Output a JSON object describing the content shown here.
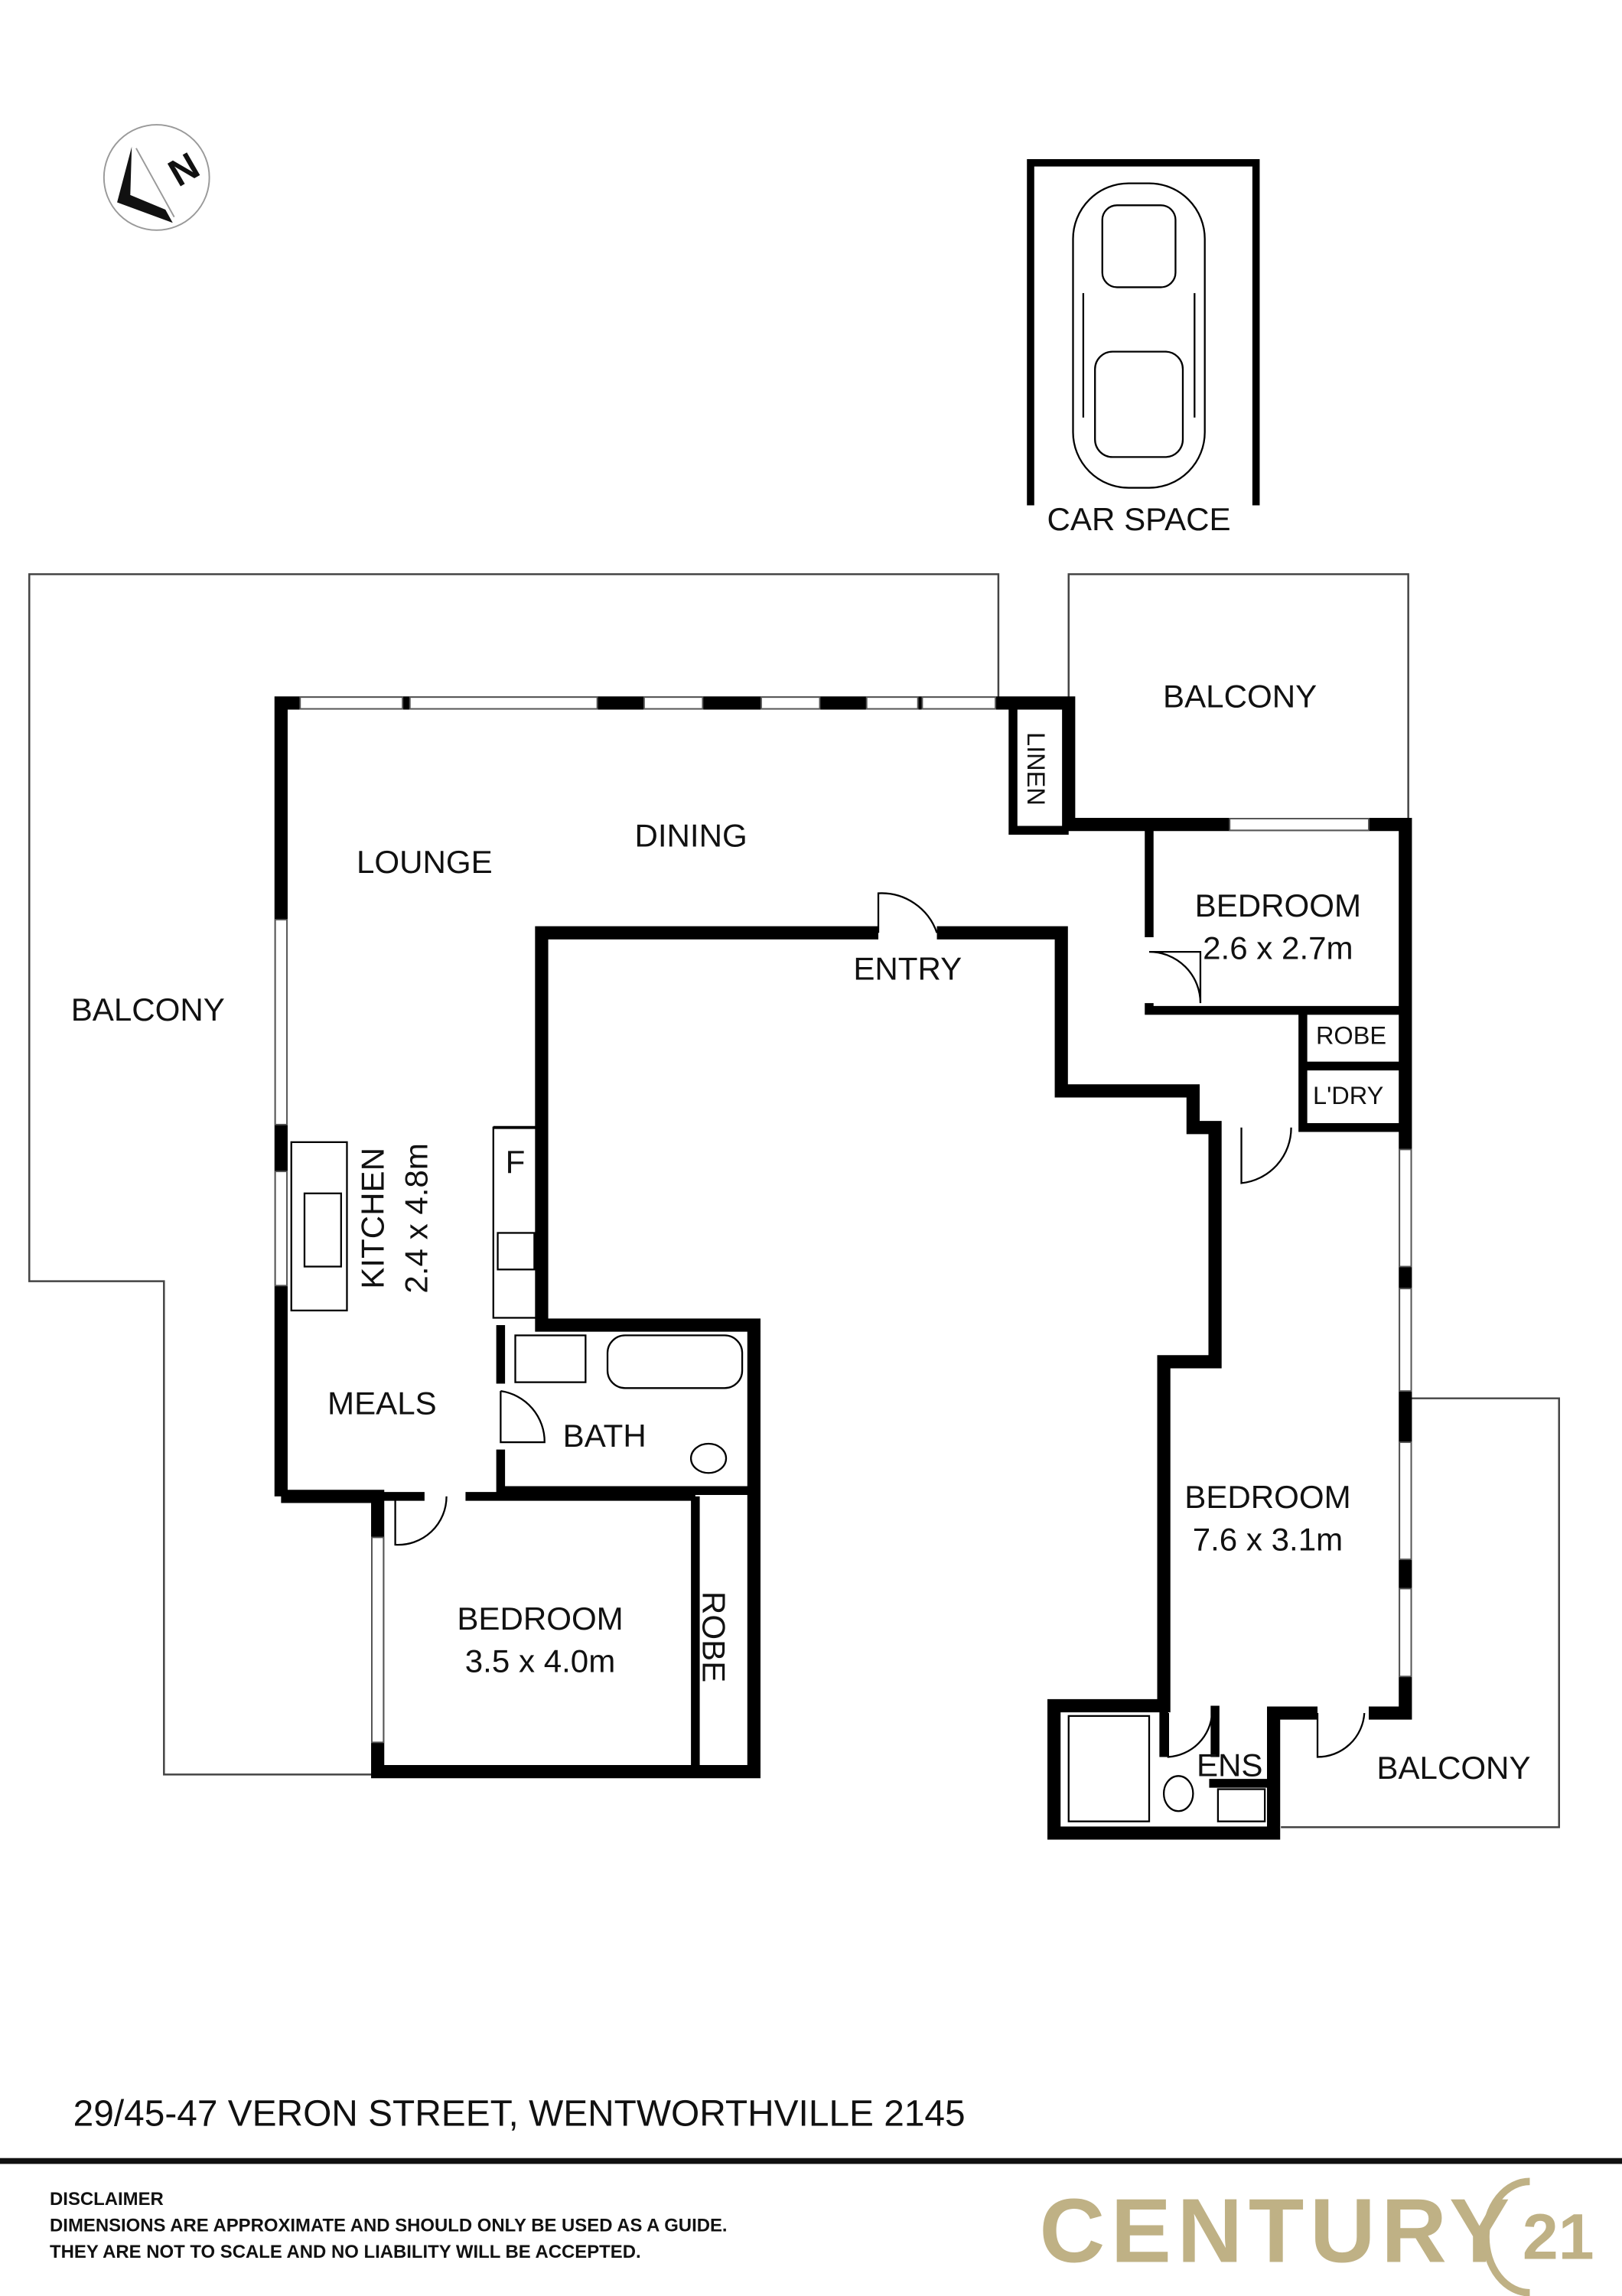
{
  "address": "29/45-47 VERON STREET, WENTWORTHVILLE 2145",
  "disclaimer": {
    "title": "DISCLAIMER",
    "line1": "DIMENSIONS ARE APPROXIMATE AND SHOULD ONLY BE USED AS A GUIDE.",
    "line2": "THEY ARE NOT TO SCALE AND NO LIABILITY WILL BE ACCEPTED."
  },
  "logo": {
    "text": "CENTURY",
    "number": "21",
    "color": "#bfb185"
  },
  "compass": {
    "letter": "N"
  },
  "rooms": {
    "car_space": "CAR SPACE",
    "balcony_top": "BALCONY",
    "balcony_left": "BALCONY",
    "balcony_bottom_right": "BALCONY",
    "linen": "LINEN",
    "lounge": "LOUNGE",
    "dining": "DINING",
    "entry": "ENTRY",
    "bedroom_small": {
      "name": "BEDROOM",
      "size": "2.6 x 2.7m"
    },
    "robe_small": "ROBE",
    "laundry": "L'DRY",
    "kitchen": {
      "name": "KITCHEN",
      "size": "2.4 x 4.8m"
    },
    "fridge": "F",
    "meals": "MEALS",
    "bath": "BATH",
    "bedroom_master": {
      "name": "BEDROOM",
      "size": "7.6 x 3.1m"
    },
    "bedroom_left": {
      "name": "BEDROOM",
      "size": "3.5 x 4.0m"
    },
    "robe_left": "ROBE",
    "ensuite": "ENS"
  }
}
